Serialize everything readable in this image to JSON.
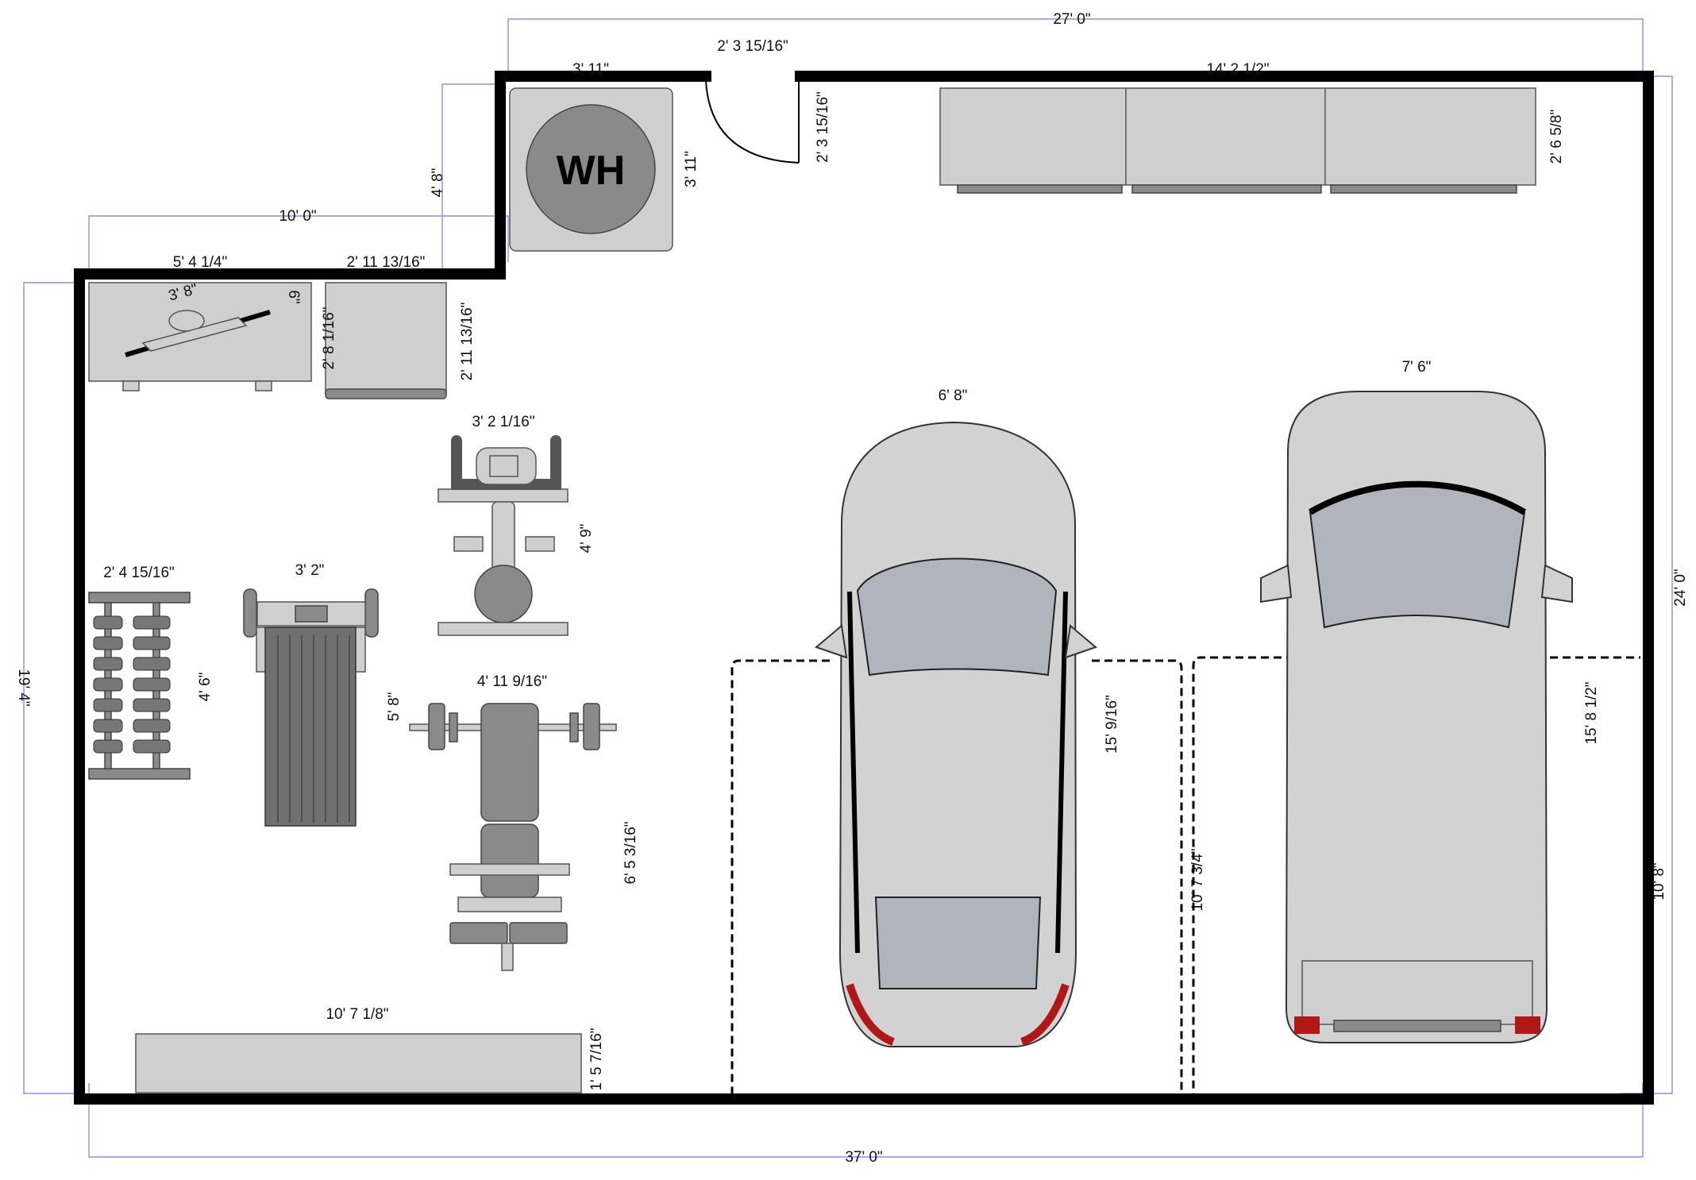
{
  "colors": {
    "wall": "#000000",
    "dimension_line": "#8c8cf0",
    "fixture": "#cfcfcf",
    "equipment": "#8a8a8a",
    "car_body": "#d2d2d2",
    "car_glass": "#b0b4bc",
    "tail_light": "#b01818"
  },
  "overall": {
    "top_width": "27' 0\"",
    "bottom_width": "37' 0\"",
    "right_height": "24' 0\"",
    "left_height": "19' 4\"",
    "left_section_width": "10' 0\"",
    "alcove_height": "4' 8\""
  },
  "door": {
    "width": "2' 3 15/16\"",
    "swing": "2' 3 15/16\""
  },
  "water_heater": {
    "label": "WH",
    "width": "3' 11\"",
    "depth": "3' 11\""
  },
  "counter_top": {
    "length": "14' 2 1/2\"",
    "depth": "2' 6 5/8\""
  },
  "workbench_left": {
    "width": "5' 4 1/4\"",
    "height": "6\"",
    "saw_length": "3' 8\""
  },
  "cabinet": {
    "width": "2' 11 13/16\"",
    "depth": "2' 11 13/16\"",
    "inner": "2' 8 1/16\""
  },
  "gym": {
    "exercise_bike": {
      "width": "3' 2 1/16\"",
      "depth": "4' 9\""
    },
    "dumbbell_rack": {
      "width": "2' 4 15/16\"",
      "depth": "4' 6\""
    },
    "treadmill": {
      "width": "3' 2\"",
      "depth": "5' 8\""
    },
    "weight_bench": {
      "width": "4' 11 9/16\"",
      "depth": "6' 5 3/16\""
    }
  },
  "bottom_counter": {
    "length": "10' 7 1/8\"",
    "depth": "1' 5 7/16\""
  },
  "cars": {
    "sedan_width": "6' 8\"",
    "suv_width": "7' 6\""
  },
  "parking": {
    "bay1_length": "15' 9/16\"",
    "bay2_length": "15' 8 1/2\"",
    "bay2_width": "10' 7 3/4\"",
    "right_gap": "10' 8\""
  }
}
